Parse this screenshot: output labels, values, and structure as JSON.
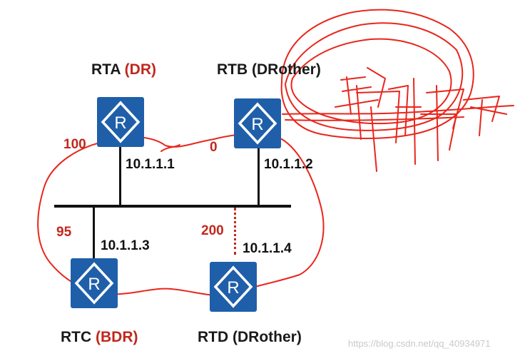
{
  "routers": [
    {
      "id": "rta",
      "name": "RTA ",
      "role": "(DR)",
      "ip": "10.1.1.1",
      "priority": "100"
    },
    {
      "id": "rtb",
      "name": "RTB (DRother)",
      "role": "",
      "ip": "10.1.1.2",
      "priority": "0"
    },
    {
      "id": "rtc",
      "name": "RTC ",
      "role": "(BDR)",
      "ip": "10.1.1.3",
      "priority": "95"
    },
    {
      "id": "rtd",
      "name": "RTD (DRother)",
      "role": "",
      "ip": "10.1.1.4",
      "priority": "200"
    }
  ],
  "router_icon_letter": "R",
  "colors": {
    "router": "#1f5faa",
    "role": "#c0281e",
    "annotation": "#e8261c"
  },
  "watermark": "https://blog.csdn.net/qq_40934971"
}
